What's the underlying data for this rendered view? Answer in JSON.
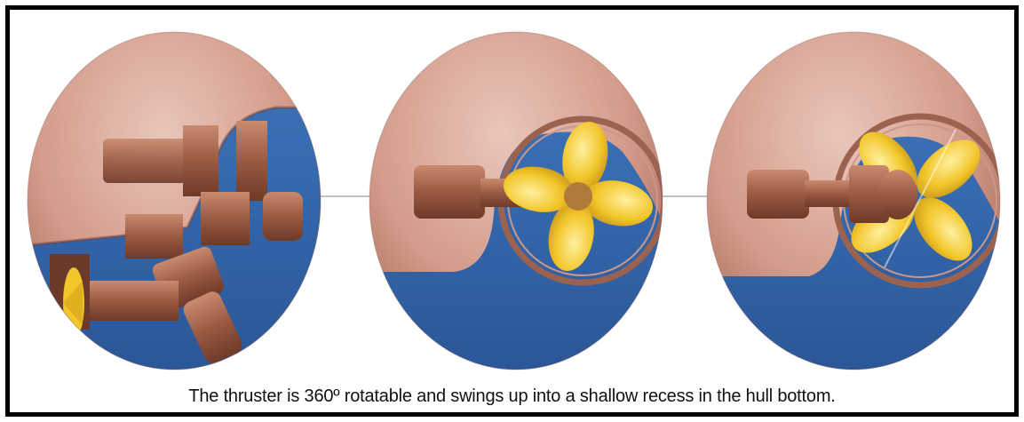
{
  "figure": {
    "caption": "The thruster is 360º rotatable and swings up into a shallow recess in the hull bottom.",
    "panels": [
      {
        "name": "thruster-stowed-in-recess",
        "state": "retracted"
      },
      {
        "name": "thruster-deployed-side-view",
        "state": "deployed"
      },
      {
        "name": "thruster-rotated-view",
        "state": "rotated"
      }
    ]
  },
  "colors": {
    "hull": "#c98a7a",
    "hull-light": "#e4b8ab",
    "water": "#2e5fa3",
    "copper": "#a0624a",
    "propeller": "#f2c62a",
    "border": "#000000"
  }
}
